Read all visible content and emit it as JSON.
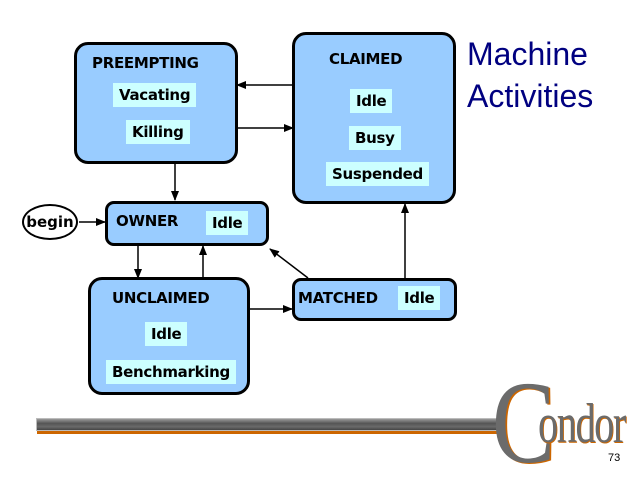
{
  "title": {
    "line1": "Machine",
    "line2": "Activities"
  },
  "states": {
    "preempting": {
      "label": "PREEMPTING",
      "activities": [
        "Vacating",
        "Killing"
      ]
    },
    "claimed": {
      "label": "CLAIMED",
      "activities": [
        "Idle",
        "Busy",
        "Suspended"
      ]
    },
    "owner": {
      "label": "OWNER",
      "activities": [
        "Idle"
      ]
    },
    "unclaimed": {
      "label": "UNCLAIMED",
      "activities": [
        "Idle",
        "Benchmarking"
      ]
    },
    "matched": {
      "label": "MATCHED",
      "activities": [
        "Idle"
      ]
    }
  },
  "begin": {
    "label": "begin"
  },
  "transitions": [
    {
      "from": "begin",
      "to": "owner"
    },
    {
      "from": "claimed",
      "to": "preempting"
    },
    {
      "from": "preempting",
      "to": "claimed"
    },
    {
      "from": "preempting",
      "to": "owner"
    },
    {
      "from": "owner",
      "to": "unclaimed"
    },
    {
      "from": "unclaimed",
      "to": "owner"
    },
    {
      "from": "unclaimed",
      "to": "matched"
    },
    {
      "from": "matched",
      "to": "owner"
    },
    {
      "from": "matched",
      "to": "claimed"
    }
  ],
  "logo": {
    "first": "C",
    "rest": "ondor"
  },
  "page_number": "73",
  "colors": {
    "state_fill": "#99ccff",
    "activity_fill": "#ccffff",
    "title": "#000080",
    "accent": "#cc6600"
  }
}
